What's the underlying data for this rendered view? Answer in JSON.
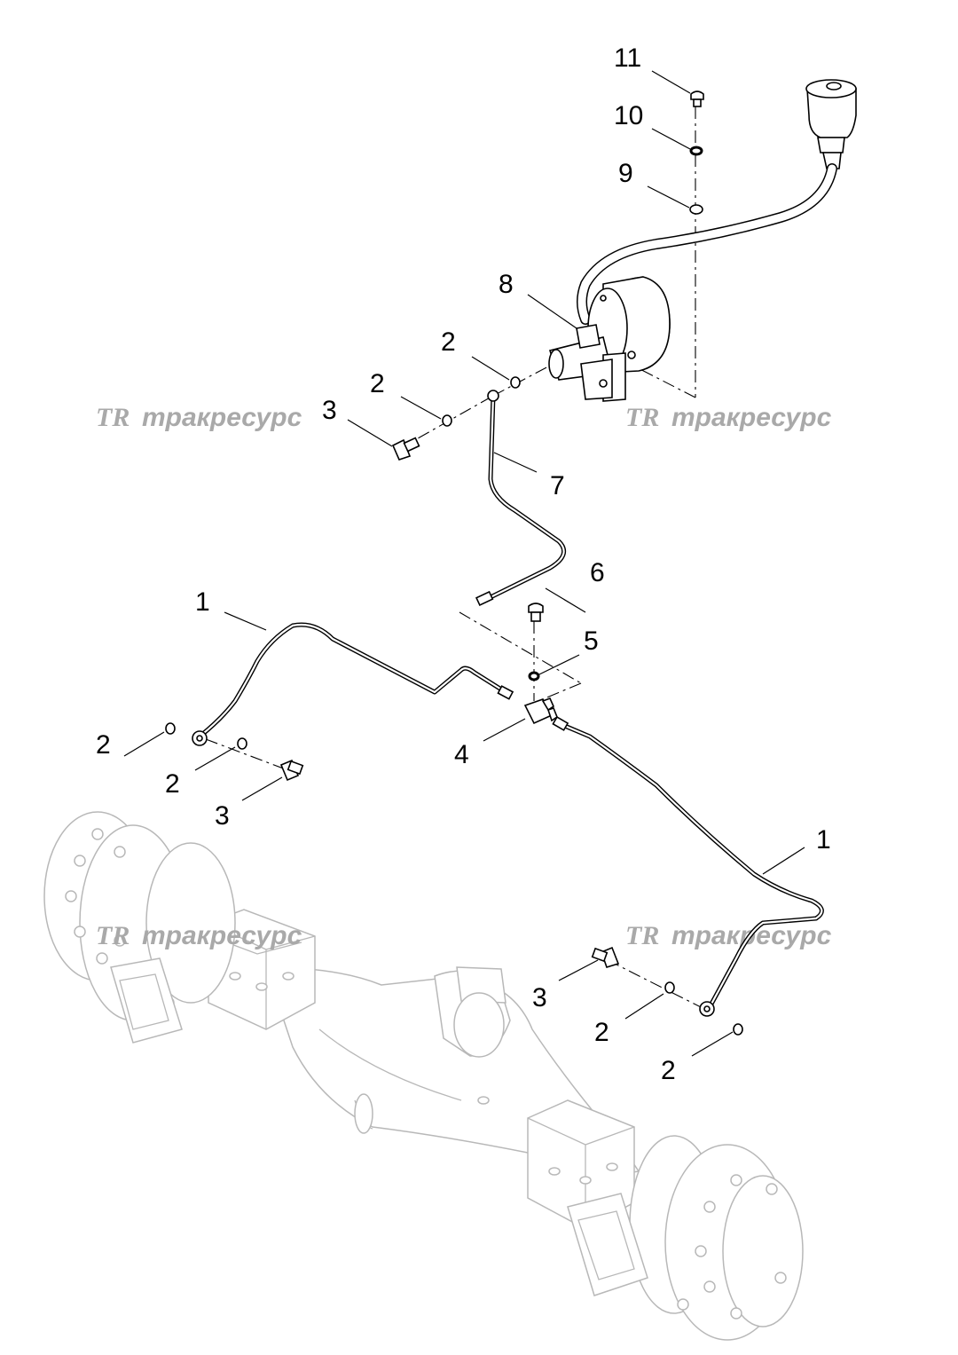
{
  "callouts": [
    {
      "id": "c11",
      "text": "11"
    },
    {
      "id": "c10",
      "text": "10"
    },
    {
      "id": "c9",
      "text": "9"
    },
    {
      "id": "c8",
      "text": "8"
    },
    {
      "id": "c2a",
      "text": "2"
    },
    {
      "id": "c2b",
      "text": "2"
    },
    {
      "id": "c3a",
      "text": "3"
    },
    {
      "id": "c7",
      "text": "7"
    },
    {
      "id": "c6",
      "text": "6"
    },
    {
      "id": "c1a",
      "text": "1"
    },
    {
      "id": "c5",
      "text": "5"
    },
    {
      "id": "c2c",
      "text": "2"
    },
    {
      "id": "c4",
      "text": "4"
    },
    {
      "id": "c2d",
      "text": "2"
    },
    {
      "id": "c3b",
      "text": "3"
    },
    {
      "id": "c1b",
      "text": "1"
    },
    {
      "id": "c3c",
      "text": "3"
    },
    {
      "id": "c2e",
      "text": "2"
    },
    {
      "id": "c2f",
      "text": "2"
    }
  ],
  "watermark": {
    "logo": "TR",
    "text": "тракресурс"
  },
  "colors": {
    "lines": "#000000",
    "axle": "#b8b8b8",
    "watermark": "#a9a9a9",
    "background": "#ffffff"
  }
}
